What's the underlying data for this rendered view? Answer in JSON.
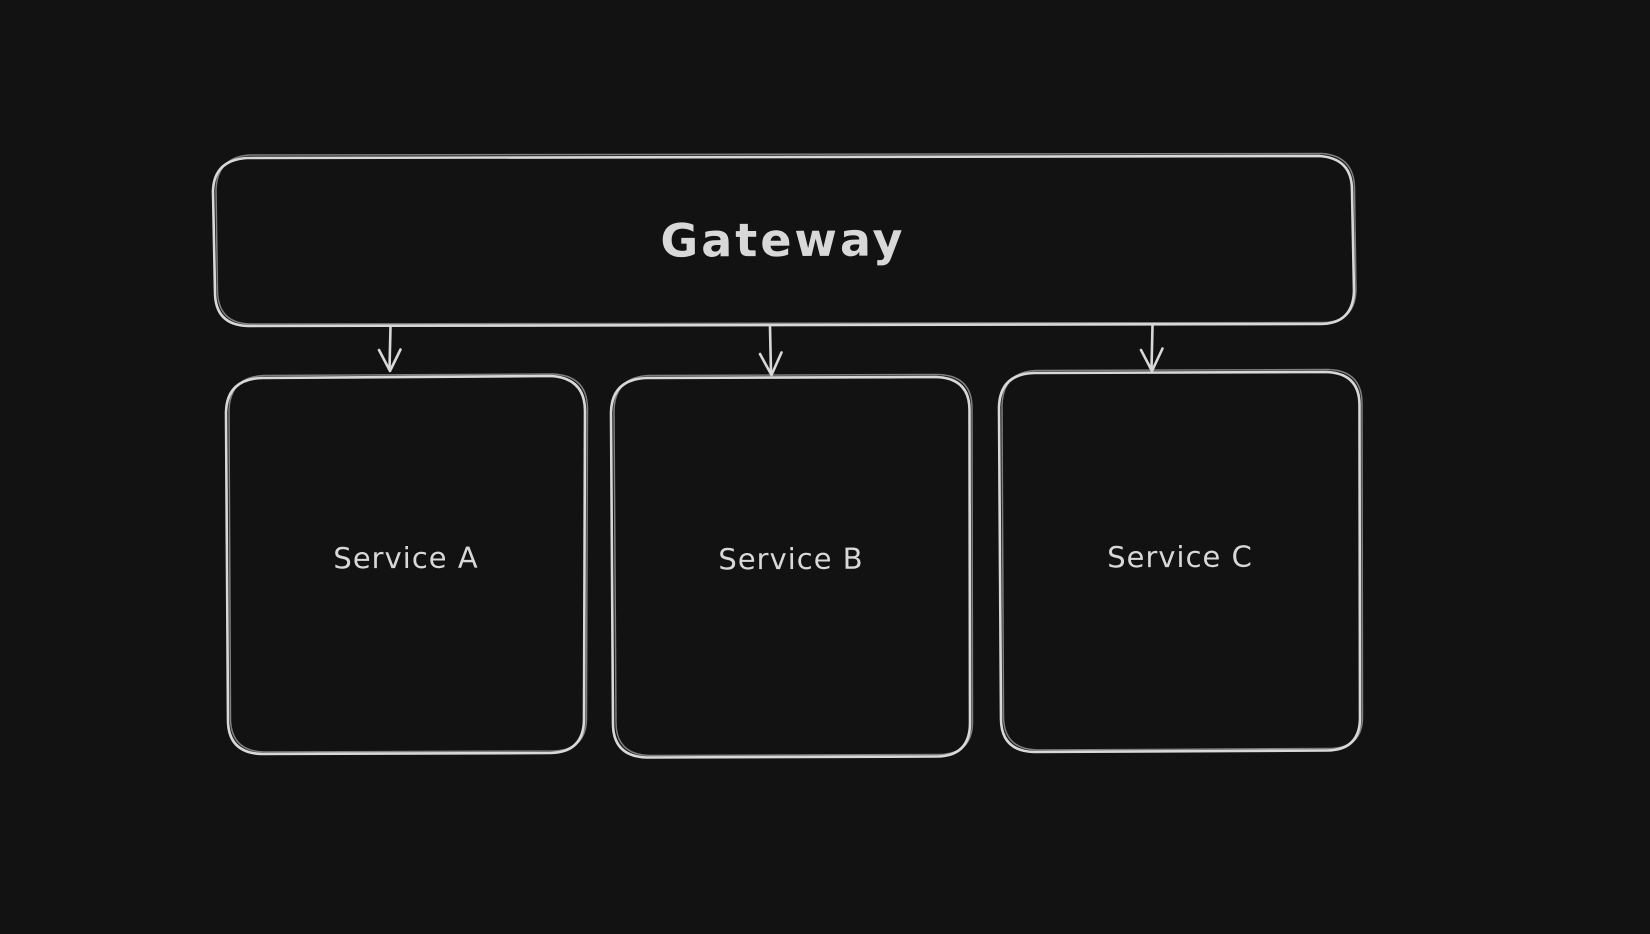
{
  "canvas": {
    "background": "#121212",
    "stroke_color": "#d8d8d8",
    "text_color": "#d8d8d8",
    "style": "hand-drawn-whiteboard"
  },
  "diagram": {
    "type": "flowchart",
    "direction": "top-down",
    "nodes": [
      {
        "id": "gateway",
        "label": "Gateway",
        "shape": "rounded-rectangle"
      },
      {
        "id": "service-a",
        "label": "Service A",
        "shape": "rounded-rectangle"
      },
      {
        "id": "service-b",
        "label": "Service B",
        "shape": "rounded-rectangle"
      },
      {
        "id": "service-c",
        "label": "Service C",
        "shape": "rounded-rectangle"
      }
    ],
    "edges": [
      {
        "from": "gateway",
        "to": "service-a",
        "style": "arrow-down"
      },
      {
        "from": "gateway",
        "to": "service-b",
        "style": "arrow-down"
      },
      {
        "from": "gateway",
        "to": "service-c",
        "style": "arrow-down"
      }
    ]
  }
}
